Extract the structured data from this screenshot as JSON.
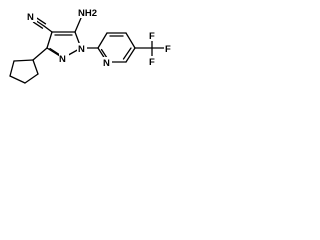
{
  "structure": {
    "atoms": {
      "nitrile_n": "N",
      "amine": "NH2",
      "pyrazole_n1": "N",
      "pyrazole_n2": "N",
      "pyridine_n": "N",
      "fluorine_top": "F",
      "fluorine_right": "F",
      "fluorine_bottom": "F"
    }
  }
}
